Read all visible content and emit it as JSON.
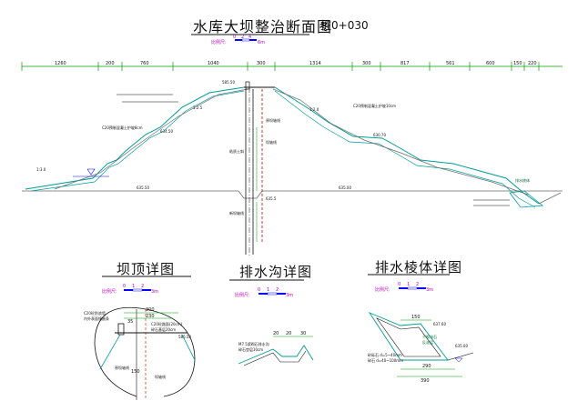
{
  "main": {
    "title": "水库大坝整治断面图",
    "station": "桩0+030",
    "scale_label": "比例尺:",
    "scale_ticks": [
      "0",
      "2",
      "4",
      "6m"
    ],
    "top_dims": [
      "1260",
      "200",
      "760",
      "1040",
      "300",
      "1314",
      "300",
      "817",
      "561",
      "600",
      "150",
      "220"
    ],
    "labels": {
      "crest_elev": "585.50",
      "dam_axis": "原坝轴线",
      "clay_core": "粘质土斜",
      "new_axis": "新坝轴线",
      "core_line": "坝轴线",
      "base_elev_left": "635.50",
      "base_elev_mid": "635.5",
      "base_elev_right": "635.00",
      "c20_left": "C20预制混凝土护坡8cm",
      "c20_right": "C20预制混凝土护坡10cm",
      "berm_left": "634.50",
      "berm_right": "630.70",
      "drain_label": "排水棱体",
      "slope_1": "1:3.0",
      "slope_2": "1:2.5",
      "slope_3": "1:2.0"
    }
  },
  "detail_crest": {
    "title": "坝顶详图",
    "scale_label": "比例尺:",
    "scale_ticks": [
      "0",
      "1",
      "2",
      "3m"
    ],
    "dims": [
      "300",
      "230",
      "35"
    ],
    "note1": "C20砼防浪墙",
    "note2": "内外表面镶嵌条",
    "note3": "C20砼路面(20cm)",
    "note4": "碎石基层20cm",
    "elev": "585.50",
    "axis": "原坝轴线",
    "new_axis": "坝轴线",
    "width": "150"
  },
  "detail_ditch": {
    "title": "排水沟详图",
    "scale_label": "比例尺:",
    "scale_ticks": [
      "0",
      "1",
      "2",
      "3m"
    ],
    "dims": [
      "20",
      "20",
      "30"
    ],
    "note1": "M7.5浆砌石排水沟",
    "note2": "碎石垫层10cm"
  },
  "detail_drain": {
    "title": "排水棱体详图",
    "scale_label": "比例尺:",
    "scale_ticks": [
      "0",
      "1",
      "2",
      "3m"
    ],
    "dims": [
      "150",
      "290",
      "390"
    ],
    "elev_top": "637.60",
    "elev_mid": "635.00",
    "note1": "干砌块石",
    "note2": "反滤层",
    "note3": "砂砾石 d=5~40mm",
    "note4": "碎石 d=40~100mm"
  },
  "colors": {
    "ink": "#111111",
    "dims": "#00a000",
    "slope": "#009c9c",
    "section": "#6a6a6a",
    "red": "#d00000",
    "magenta": "#c000c0",
    "blue": "#0000ff"
  }
}
